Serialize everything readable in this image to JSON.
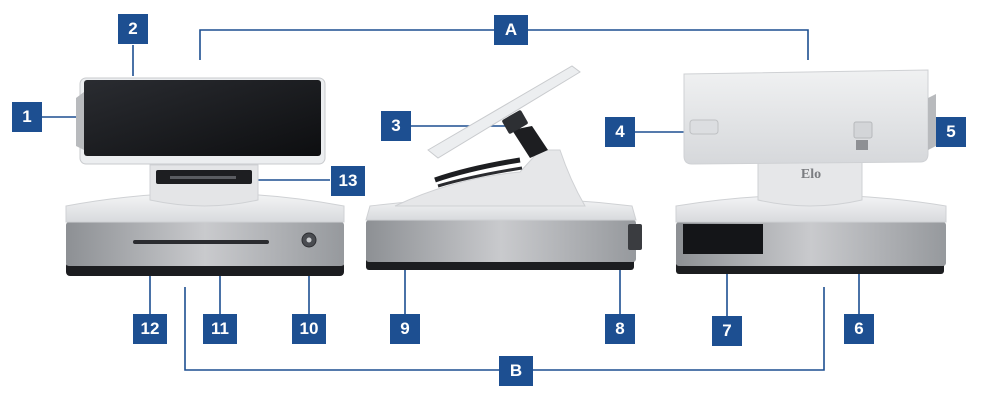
{
  "callouts": {
    "c1": "1",
    "c2": "2",
    "c3": "3",
    "c4": "4",
    "c5": "5",
    "c6": "6",
    "c7": "7",
    "c8": "8",
    "c9": "9",
    "c10": "10",
    "c11": "11",
    "c12": "12",
    "c13": "13",
    "cA": "A",
    "cB": "B"
  },
  "device": {
    "logo": "Elo"
  },
  "colors": {
    "callout_fill": "#1d4f91",
    "callout_text": "#ffffff",
    "leader_line": "#1d4f91",
    "device_body": "#e9eaec",
    "device_metal": "#a7a9ad",
    "screen": "#141518"
  }
}
